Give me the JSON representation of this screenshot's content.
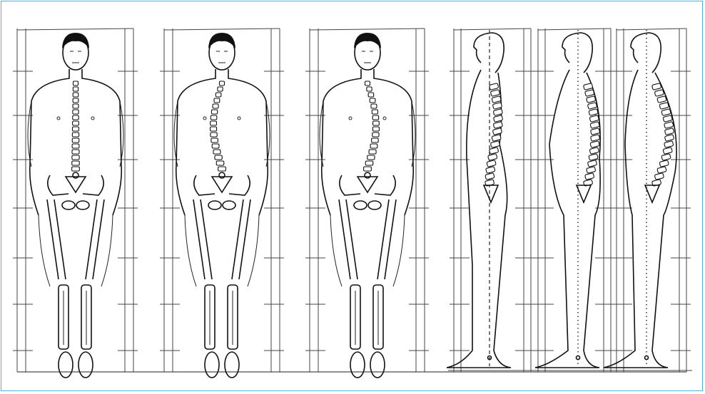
{
  "figure": {
    "panels": [
      {
        "view": "front",
        "spine": "straight"
      },
      {
        "view": "front",
        "spine": "curved-left"
      },
      {
        "view": "front",
        "spine": "curved-right"
      },
      {
        "view": "side",
        "spine": "normal"
      },
      {
        "view": "side",
        "spine": "flat-back"
      },
      {
        "view": "side",
        "spine": "round-back"
      }
    ],
    "colors": {
      "frame_border": "#4fb3d9",
      "ink": "#111111",
      "background": "#ffffff"
    }
  }
}
